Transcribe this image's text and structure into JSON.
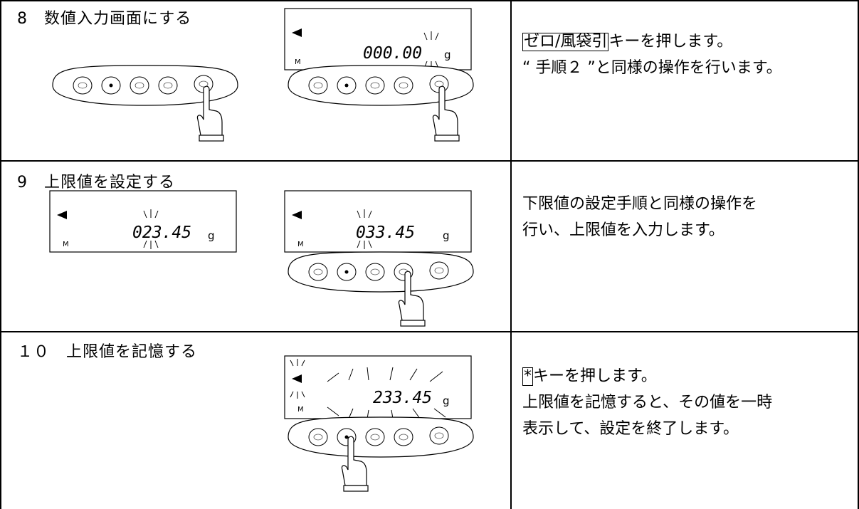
{
  "steps": [
    {
      "title": "8　数値入力画面にする",
      "display": {
        "value": "000.00",
        "unit": "g",
        "memory": "M"
      },
      "desc": {
        "line1_key": "ゼロ/風袋引",
        "line1_rest": "キーを押します。",
        "line2": "“ 手順２ ”と同様の操作を行います。"
      }
    },
    {
      "title": "9　上限値を設定する",
      "display_before": {
        "value": "023.45",
        "unit": "g",
        "memory": "M"
      },
      "display_after": {
        "value": "033.45",
        "unit": "g",
        "memory": "M"
      },
      "desc": {
        "line1": "下限値の設定手順と同様の操作を",
        "line2": "行い、上限値を入力します。"
      }
    },
    {
      "title": "１０　上限値を記憶する",
      "display": {
        "value": "233.45",
        "unit": "g",
        "memory": "M"
      },
      "desc": {
        "line1_key": "*",
        "line1_rest": "キーを押します。",
        "line2": "上限値を記憶すると、その値を一時",
        "line3": "表示して、設定を終了します。"
      }
    }
  ],
  "icons": [
    "balance-display",
    "balance-key-panel",
    "pointing-hand-icon",
    "blink-rays"
  ]
}
